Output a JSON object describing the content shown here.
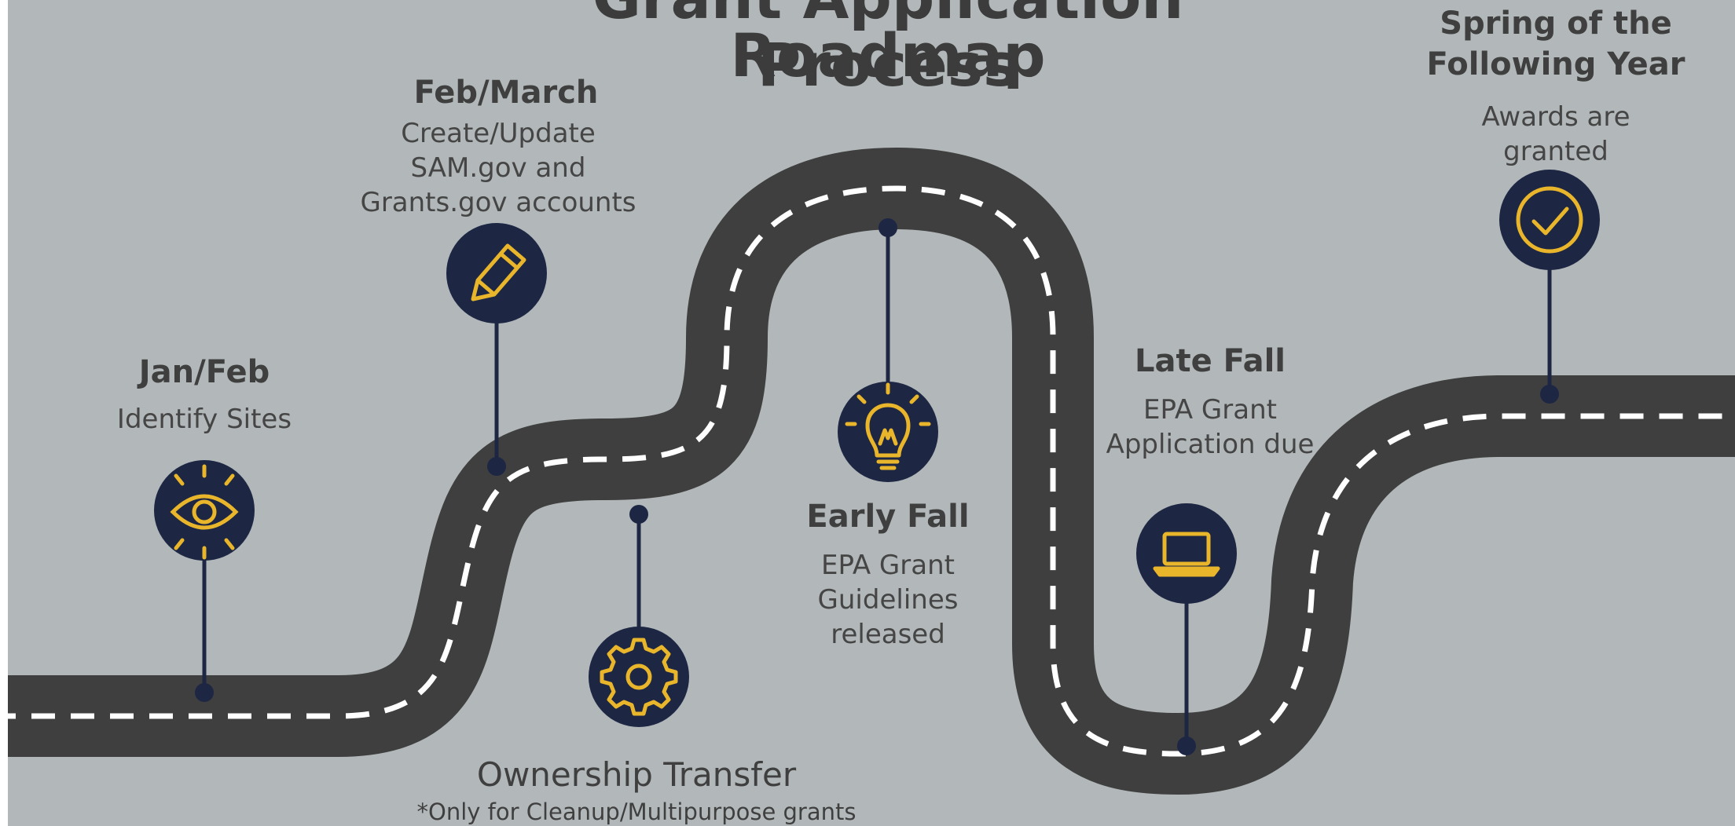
{
  "title": {
    "line1": "Grant Application Process",
    "line2": "Roadmap"
  },
  "colors": {
    "background": "#b2b8b9",
    "road": "#3f3f3f",
    "dash": "#ffffff",
    "marker": "#1d2744",
    "icon": "#e9b52b",
    "text": "#3f3f3f"
  },
  "milestones": [
    {
      "id": "jan-feb",
      "heading": "Jan/Feb",
      "description": [
        "Identify Sites"
      ],
      "icon": "eye-icon"
    },
    {
      "id": "feb-march",
      "heading": "Feb/March",
      "description": [
        "Create/Update",
        "SAM.gov and",
        "Grants.gov accounts"
      ],
      "icon": "pencil-icon"
    },
    {
      "id": "ownership",
      "heading": "Ownership Transfer",
      "description": [
        "*Only for Cleanup/Multipurpose grants"
      ],
      "icon": "gear-icon"
    },
    {
      "id": "early-fall",
      "heading": "Early Fall",
      "description": [
        "EPA Grant",
        "Guidelines",
        "released"
      ],
      "icon": "lightbulb-icon"
    },
    {
      "id": "late-fall",
      "heading": "Late Fall",
      "description": [
        "EPA Grant",
        "Application due"
      ],
      "icon": "laptop-icon"
    },
    {
      "id": "spring",
      "heading": [
        "Spring of the",
        "Following Year"
      ],
      "description": [
        "Awards are",
        "granted"
      ],
      "icon": "check-icon"
    }
  ]
}
